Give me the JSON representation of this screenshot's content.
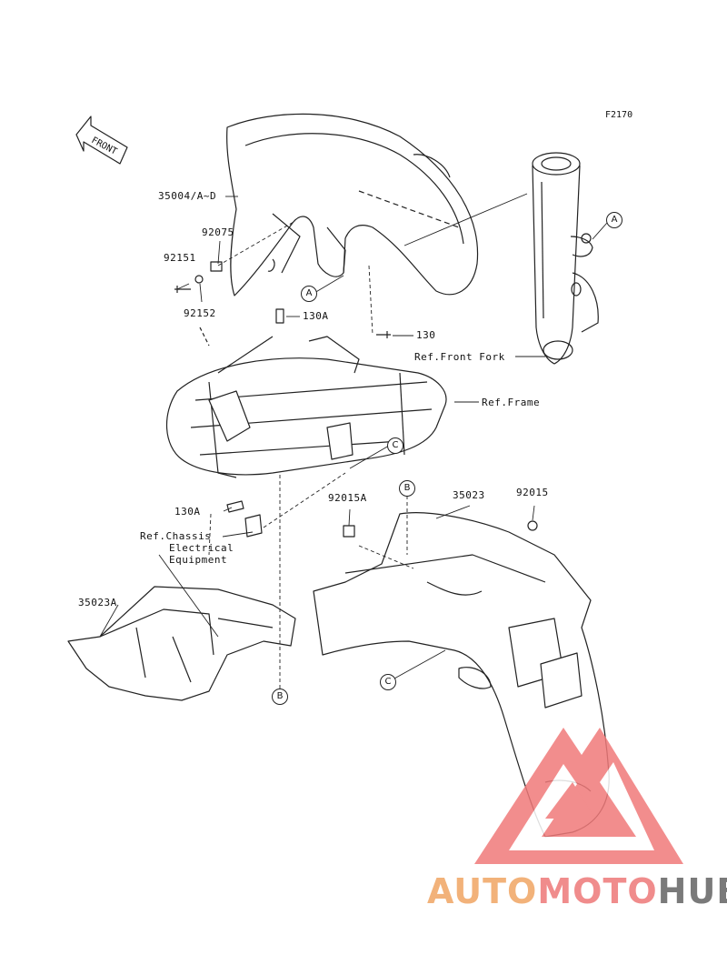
{
  "diagram": {
    "code": "F2170",
    "front_label": "FRONT",
    "parts": {
      "front_fender": "35004/A~D",
      "grommet": "92075",
      "bolt_small": "92151",
      "washer": "92152",
      "bolt_130a_top": "130A",
      "bolt_130": "130",
      "ref_front_fork": "Ref.Front Fork",
      "ref_frame": "Ref.Frame",
      "bolt_130a_bottom": "130A",
      "ref_chassis_1": "Ref.Chassis",
      "ref_chassis_2": "Electrical",
      "ref_chassis_3": "Equipment",
      "nut_92015a": "92015A",
      "rear_fender": "35023",
      "nut_92015": "92015",
      "inner_fender": "35023A"
    },
    "callouts": {
      "a1": "A",
      "a2": "A",
      "b1": "B",
      "b2": "B",
      "c1": "C",
      "c2": "C"
    }
  },
  "watermark": {
    "part1": "AUTO",
    "part2": "MOTO",
    "part3": "HUB"
  },
  "colors": {
    "line": "#222222",
    "watermark_triangle": "#f07a7a",
    "watermark_auto": "#f2b27a",
    "watermark_moto": "#f08c8c",
    "watermark_hub": "#7a7a7a"
  }
}
